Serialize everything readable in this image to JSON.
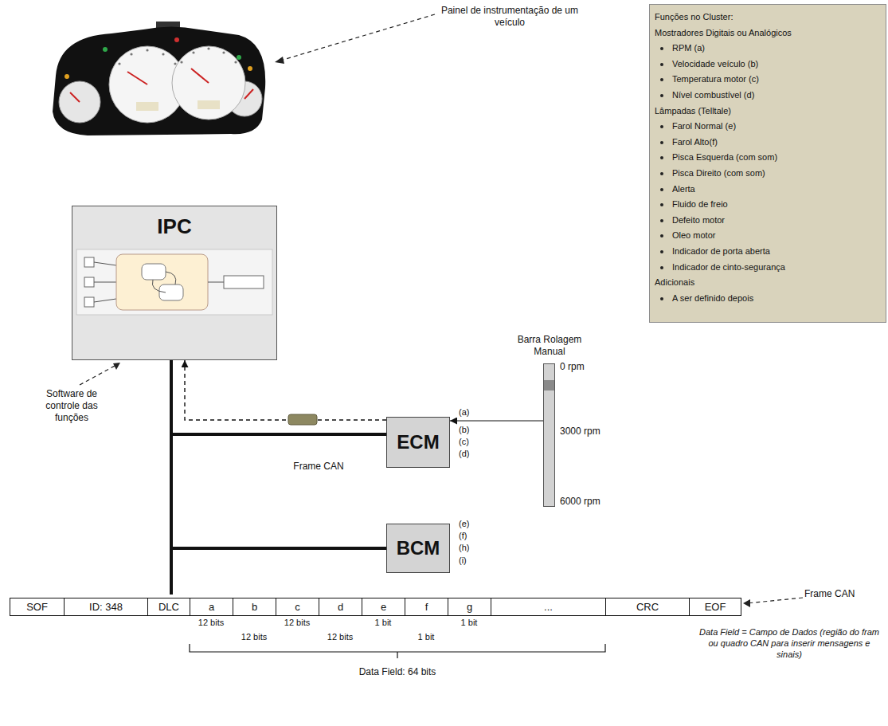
{
  "diagram": {
    "nodes": [
      {
        "text": [
          "Funções no Cluster:",
          "Mostradores Digitais ou Analógicos",
          "RPM (a)",
          "Velocidade veículo (b)",
          "Temperatura motor (c)",
          "Nível combustível (d)",
          "Lâmpadas (Telltale)",
          "Farol Normal (e)",
          "Farol Alto(f)",
          "Pisca Esquerda (com som)",
          "Pisca Direito (com som)",
          "Alerta",
          "Fluido de freio",
          "Defeito motor",
          "Oleo motor",
          "Indicador de porta aberta",
          "Indicador de cinto-segurança",
          "Adicionais",
          "A ser definido depois"
        ]
      },
      {
        "text": [
          "IPC"
        ]
      },
      {
        "text": [
          "Barra Rolagem Manual",
          "0 rpm",
          "3000 rpm",
          "6000 rpm"
        ]
      },
      {
        "text": [
          "ECM"
        ]
      },
      {
        "text": [
          "BCM"
        ]
      },
      {
        "text": [
          "SOF"
        ]
      },
      {
        "text": [
          "ID: 348"
        ]
      },
      {
        "text": [
          "DLC"
        ]
      },
      {
        "text": [
          "a"
        ]
      },
      {
        "text": [
          "b"
        ]
      },
      {
        "text": [
          "c"
        ]
      },
      {
        "text": [
          "d"
        ]
      },
      {
        "text": [
          "e"
        ]
      },
      {
        "text": [
          "f"
        ]
      },
      {
        "text": [
          "g"
        ]
      },
      {
        "text": [
          "..."
        ]
      },
      {
        "text": [
          "CRC"
        ]
      },
      {
        "text": [
          "EOF"
        ]
      }
    ],
    "edges": [
      {
        "from": 1,
        "to": 3,
        "arrow": "none"
      },
      {
        "from": 1,
        "to": 4,
        "arrow": "none"
      },
      {
        "from": 3,
        "to": 1,
        "arrow": "to"
      },
      {
        "from": 2,
        "to": 3,
        "arrow": "to"
      }
    ],
    "labels": [
      "Painel de instrumentação de um veículo",
      "Software de controle das funções",
      "Frame CAN",
      "(a)",
      "(b)",
      "(c)",
      "(d)",
      "(e)",
      "(f)",
      "(h)",
      "(i)",
      "Frame CAN",
      "12 bits",
      "12 bits",
      "1 bit",
      "1 bit",
      "12 bits",
      "12 bits",
      "1 bit",
      "Data Field = Campo de Dados (região do fram ou quadro CAN para inserir mensagens e sinais)",
      "Data Field: 64 bits"
    ]
  }
}
